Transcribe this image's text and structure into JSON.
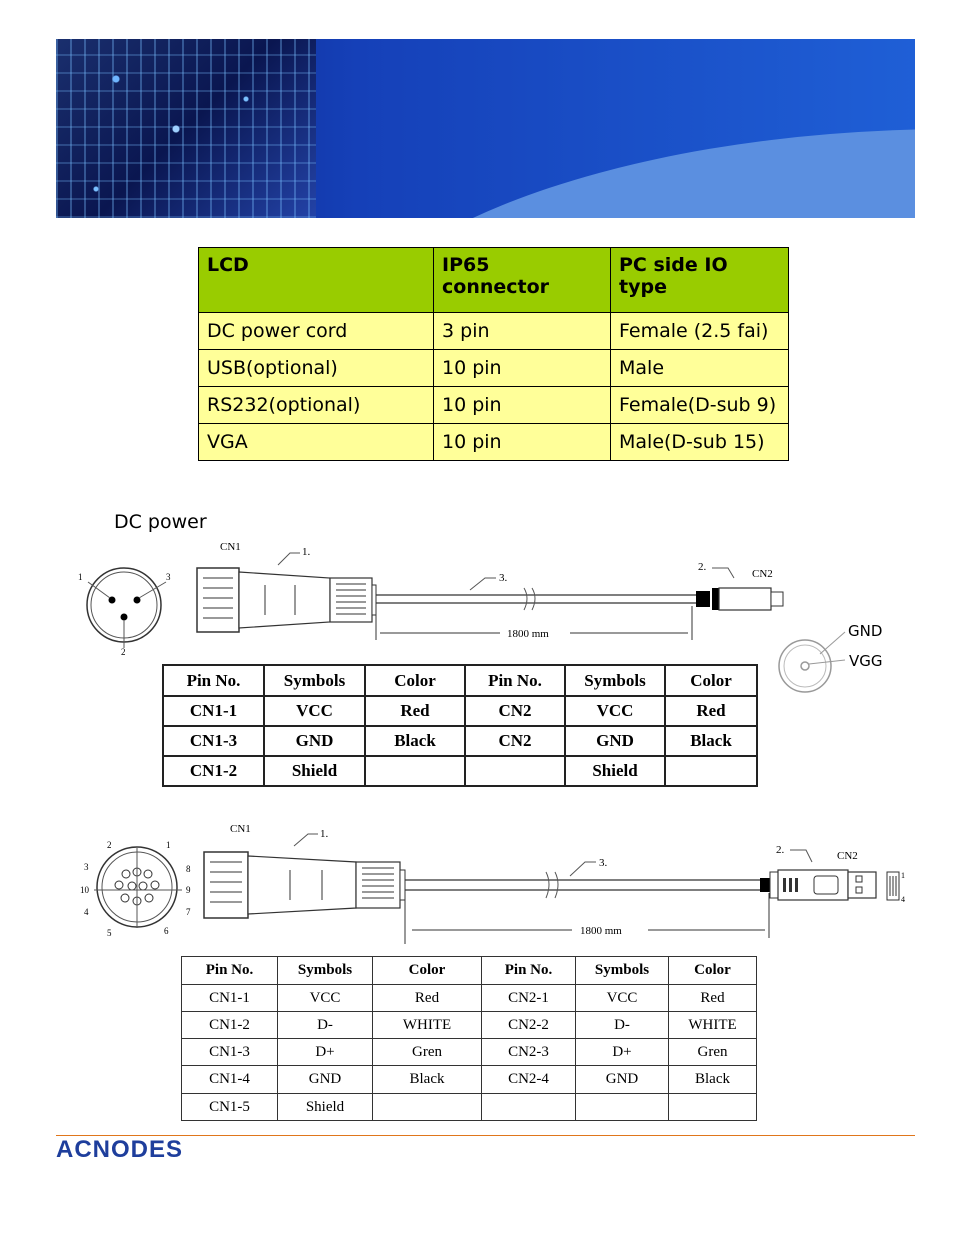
{
  "spec_table": {
    "headers": [
      "LCD",
      "IP65 connector",
      "PC side IO type"
    ],
    "rows": [
      [
        "DC power cord",
        "3 pin",
        "Female (2.5 fai)"
      ],
      [
        "USB(optional)",
        "10 pin",
        "Male"
      ],
      [
        "RS232(optional)",
        "10 pin",
        "Female(D-sub 9)"
      ],
      [
        "VGA",
        "10 pin",
        "Male(D-sub 15)"
      ]
    ]
  },
  "dc_power": {
    "title": "DC power",
    "diagram": {
      "cn1": "CN1",
      "cn2": "CN2",
      "callout1": "1.",
      "callout2": "2.",
      "callout3": "3.",
      "pin1": "1",
      "pin2": "2",
      "pin3": "3",
      "length": "1800 mm",
      "gnd": "GND",
      "vgg": "VGG"
    },
    "table": {
      "headers": [
        "Pin No.",
        "Symbols",
        "Color",
        "Pin No.",
        "Symbols",
        "Color"
      ],
      "rows": [
        [
          "CN1-1",
          "VCC",
          "Red",
          "CN2",
          "VCC",
          "Red"
        ],
        [
          "CN1-3",
          "GND",
          "Black",
          "CN2",
          "GND",
          "Black"
        ],
        [
          "CN1-2",
          "Shield",
          "",
          "",
          "Shield",
          ""
        ]
      ]
    }
  },
  "usb": {
    "diagram": {
      "cn1": "CN1",
      "cn2": "CN2",
      "callout1": "1.",
      "callout2": "2.",
      "callout3": "3.",
      "length": "1800 mm",
      "pins": [
        "1",
        "2",
        "3",
        "4",
        "5",
        "6",
        "7",
        "8",
        "9",
        "10"
      ],
      "plug1": "1",
      "plug4": "4"
    },
    "table": {
      "headers": [
        "Pin No.",
        "Symbols",
        "Color",
        "Pin No.",
        "Symbols",
        "Color"
      ],
      "rows": [
        [
          "CN1-1",
          "VCC",
          "Red",
          "CN2-1",
          "VCC",
          "Red"
        ],
        [
          "CN1-2",
          "D-",
          "WHITE",
          "CN2-2",
          "D-",
          "WHITE"
        ],
        [
          "CN1-3",
          "D+",
          "Gren",
          "CN2-3",
          "D+",
          "Gren"
        ],
        [
          "CN1-4",
          "GND",
          "Black",
          "CN2-4",
          "GND",
          "Black"
        ],
        [
          "CN1-5",
          "Shield",
          "",
          "",
          "",
          ""
        ]
      ]
    }
  },
  "footer": {
    "logo": "ACNODES"
  },
  "colors": {
    "header_green": "#99cc00",
    "row_yellow": "#ffff99",
    "banner_blue": "#1f5fd6",
    "footer_line": "#e0761b",
    "logo_blue": "#1e3e9c"
  }
}
